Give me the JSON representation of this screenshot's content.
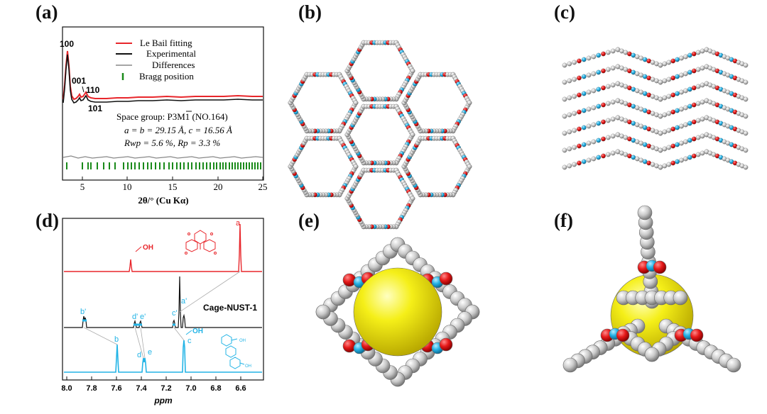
{
  "panels": {
    "a": "(a)",
    "b": "(b)",
    "c": "(c)",
    "d": "(d)",
    "e": "(e)",
    "f": "(f)"
  },
  "xrd": {
    "legend": [
      "Le Bail fitting",
      "Experimental",
      "Differences",
      "Bragg position"
    ],
    "peak_labels": [
      "100",
      "001",
      "110",
      "101"
    ],
    "info": [
      "Space group: P3M1 (NO.164)",
      "a = b = 29.15 Å, c = 16.56 Å",
      "Rwp = 5.6 %,  Rp = 3.3 %"
    ],
    "xlabel": "2θ/° (Cu Kα)",
    "ticks": [
      "5",
      "10",
      "15",
      "20",
      "25"
    ]
  },
  "nmr": {
    "labels": {
      "oh_top": "OH",
      "a": "a",
      "cage": "Cage-NUST-1",
      "b_prime": "b'",
      "d_prime": "d'",
      "e_prime": "e'",
      "c_prime": "c'",
      "a_prime": "a'",
      "b": "b",
      "d": "d",
      "e": "e",
      "c": "c",
      "oh_bottom": "OH"
    },
    "xlabel": "ppm",
    "ticks": [
      "8.0",
      "7.8",
      "7.6",
      "7.4",
      "7.2",
      "7.0",
      "6.8",
      "6.6"
    ]
  },
  "colors": {
    "lebail": "#e8262b",
    "experimental": "#111111",
    "bragg": "#1a8a1a",
    "cyan": "#23b4e6",
    "oxygen": "#e11d1d",
    "sphere": "#f2ec10",
    "atom": "#c8c8c8"
  }
}
